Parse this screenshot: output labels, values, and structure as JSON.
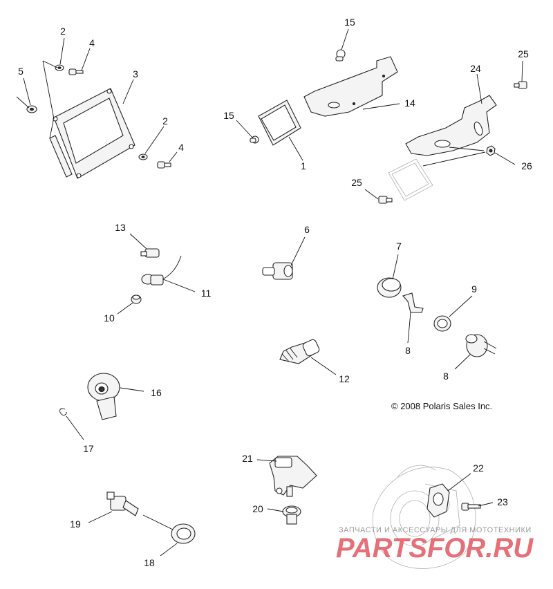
{
  "callouts": {
    "c2a": "2",
    "c4a": "4",
    "c5": "5",
    "c3": "3",
    "c2b": "2",
    "c4b": "4",
    "c15a": "15",
    "c14": "14",
    "c15b": "15",
    "c1": "1",
    "c25a": "25",
    "c24": "24",
    "c26": "26",
    "c25b": "25",
    "c13": "13",
    "c11": "11",
    "c10": "10",
    "c6": "6",
    "c7": "7",
    "c9": "9",
    "c8a": "8",
    "c8b": "8",
    "c12": "12",
    "c16": "16",
    "c17": "17",
    "c21": "21",
    "c22": "22",
    "c23": "23",
    "c20": "20",
    "c19": "19",
    "c18": "18"
  },
  "copyright": "© 2008 Polaris Sales Inc.",
  "watermark": {
    "tagline": "ЗАПЧАСТИ И АКСЕССУАРЫ ДЛЯ МОТОТЕХНИКИ",
    "brand": "PARTSFOR.RU"
  },
  "colors": {
    "line": "#111111",
    "watermark": "#e4606a"
  }
}
